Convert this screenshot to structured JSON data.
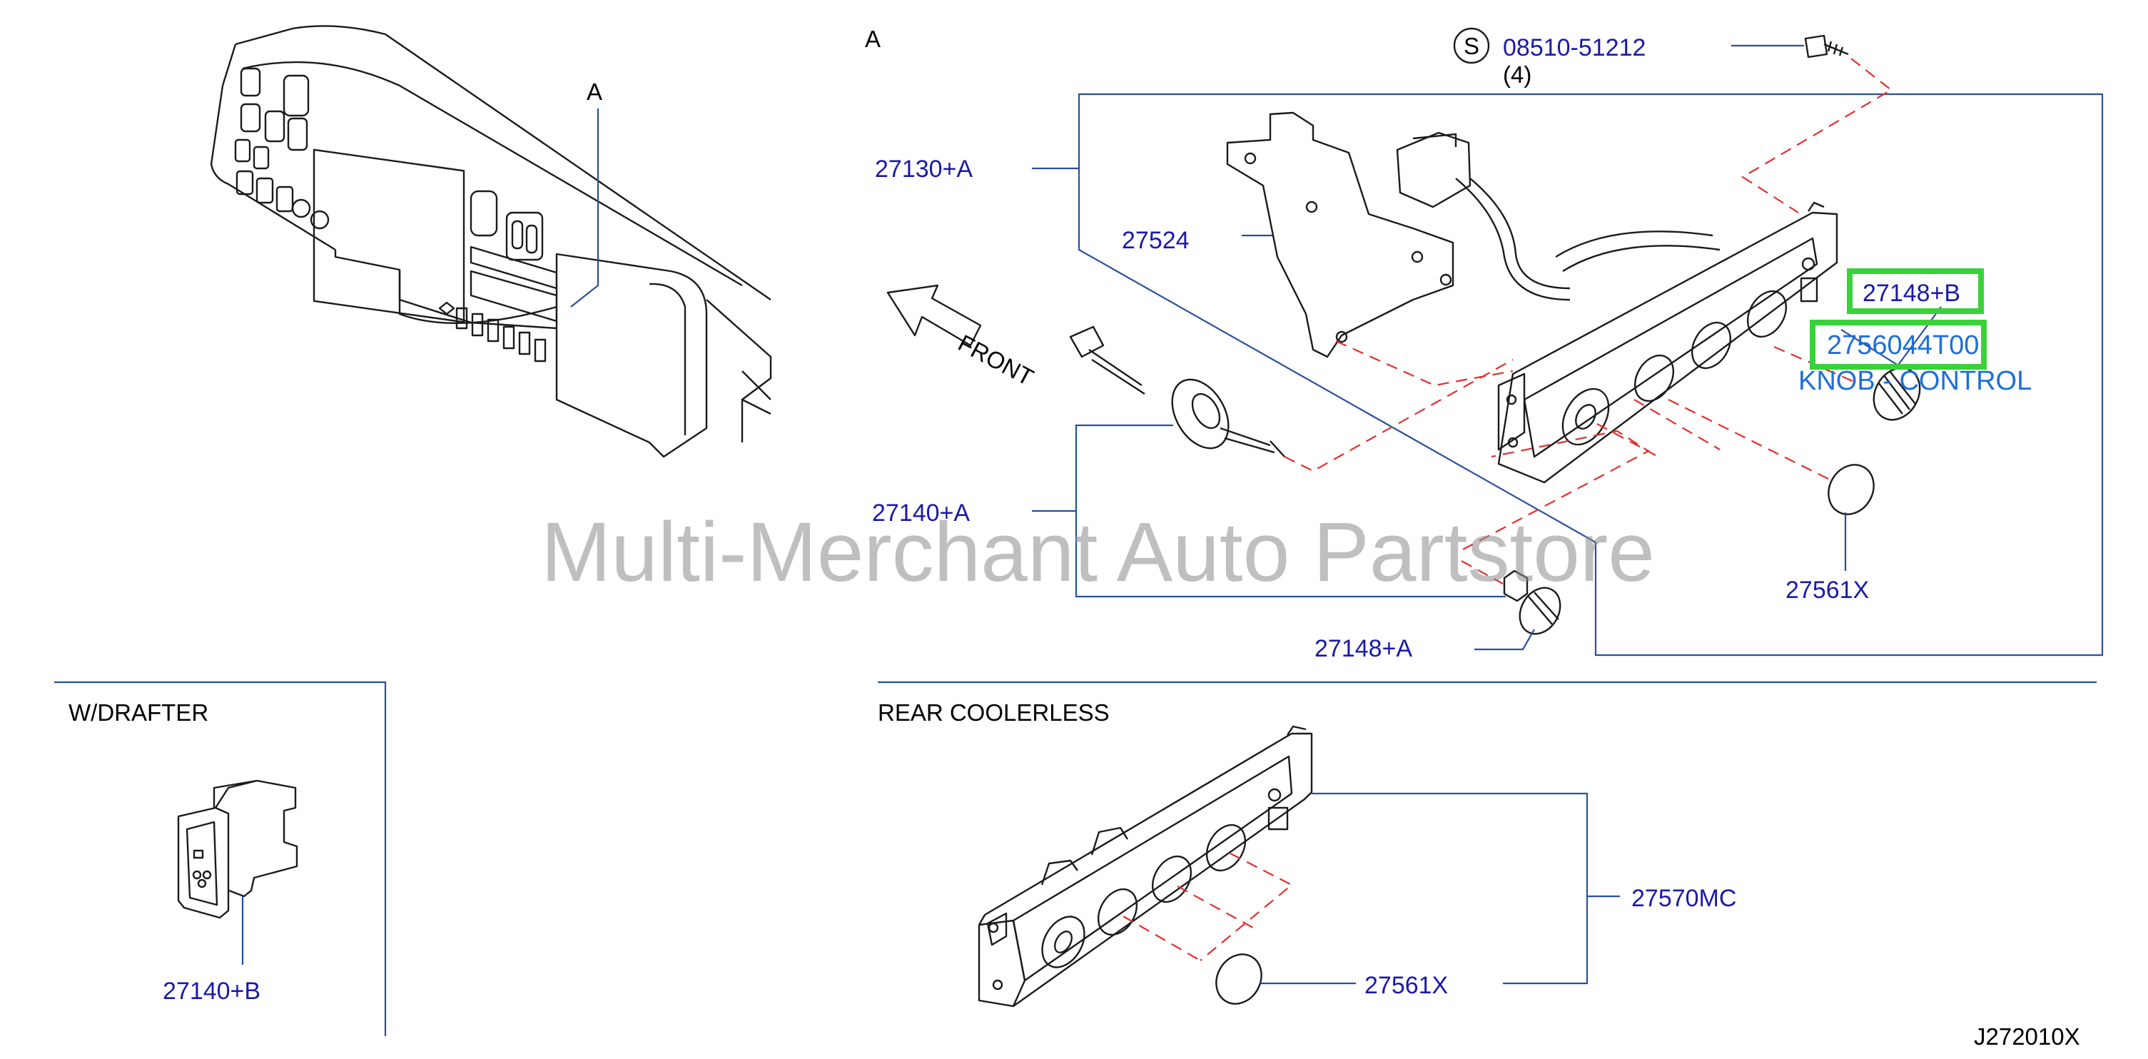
{
  "sections": {
    "detail_a": "A",
    "w_drafter": "W/DRAFTER",
    "rear_coolerless": "REAR   COOLERLESS"
  },
  "labels": {
    "dash_a": "A",
    "screw_symbol": "S",
    "screw_part": "08510-51212",
    "screw_qty": "(4)",
    "p27130A": "27130+A",
    "p27524": "27524",
    "p27148B": "27148+B",
    "p27560": "2756044T00",
    "knob_control": "KNOB - CONTROL",
    "p27140A": "27140+A",
    "p27561X_top": "27561X",
    "p27148A": "27148+A",
    "front": "FRONT",
    "p27140B": "27140+B",
    "p27570MC": "27570MC",
    "p27561X_bottom": "27561X",
    "diagram_code": "J272010X"
  },
  "watermark": "Multi-Merchant Auto Partstore",
  "colors": {
    "part_number": "#1a1aa8",
    "leader_line": "#2a4f9c",
    "dashed_line": "#e0302e",
    "highlight": "#3ad13a",
    "link_text": "#1e6fd8"
  }
}
